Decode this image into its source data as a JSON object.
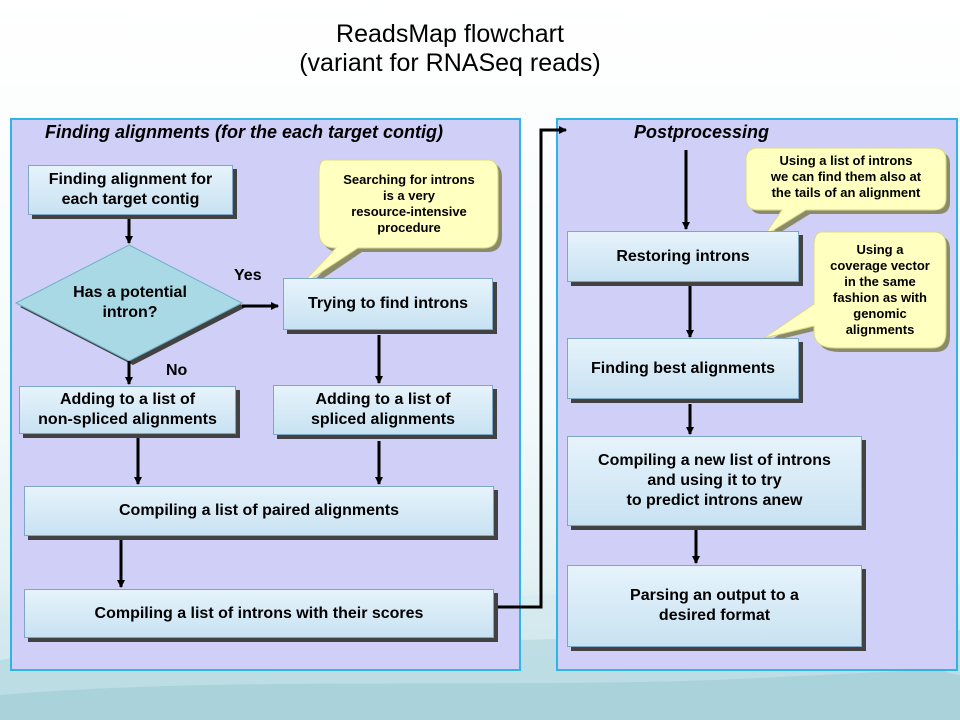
{
  "title": {
    "line1": "ReadsMap flowchart",
    "line2": "(variant for RNASeq reads)"
  },
  "left_panel": {
    "title": "Finding alignments (for the each target contig)",
    "start_box": "Finding alignment for\neach target contig",
    "decision": "Has a potential\nintron?",
    "yes_label": "Yes",
    "no_label": "No",
    "find_introns": "Trying to find introns",
    "callout": "Searching for introns\nis a very\nresource-intensive\nprocedure",
    "non_spliced": "Adding to a list of\nnon-spliced alignments",
    "spliced": "Adding to a list of\nspliced alignments",
    "paired": "Compiling a list of paired alignments",
    "introns_scores": "Compiling a  list of introns with their scores"
  },
  "right_panel": {
    "title": "Postprocessing",
    "callout1": "Using a list of introns\nwe can find them also at\nthe tails of an alignment",
    "restoring": "Restoring introns",
    "callout2": "Using a\ncoverage vector\nin the same\nfashion as with\ngenomic\nalignments",
    "best": "Finding best alignments",
    "new_list": "Compiling a new list of introns\nand using it to try\nto predict introns anew",
    "output": "Parsing an output to a\ndesired format"
  },
  "colors": {
    "panel_fill": "#cfcff7",
    "panel_border": "#2fb4e6",
    "callout_fill": "#ffffc0",
    "arrow": "#000000"
  }
}
